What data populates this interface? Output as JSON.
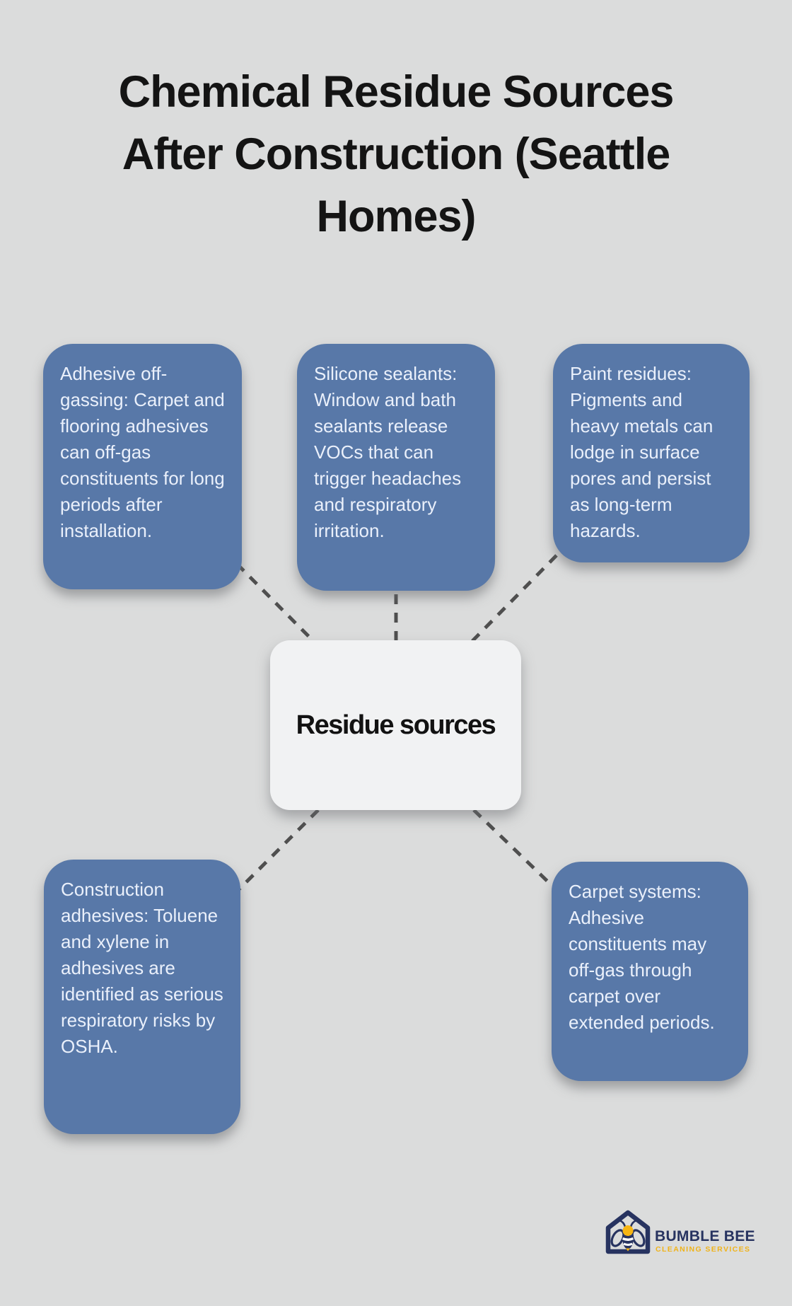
{
  "title": {
    "lines": [
      "Chemical Residue Sources",
      "After Construction (Seattle",
      "Homes)"
    ]
  },
  "center_node": {
    "label": "Residue sources"
  },
  "nodes": [
    {
      "id": "adhesive-off-gassing",
      "text": "Adhesive off-gassing: Carpet and flooring adhesives can off-gas constituents for long periods after installation."
    },
    {
      "id": "silicone-sealants",
      "text": "Silicone sealants: Window and bath sealants release VOCs that can trigger headaches and respiratory irritation."
    },
    {
      "id": "paint-residues",
      "text": "Paint residues: Pigments and heavy metals can lodge in surface pores and persist as long-term hazards."
    },
    {
      "id": "construction-adhesives",
      "text": "Construction adhesives: Toluene and xylene in adhesives are identified as serious respiratory risks by OSHA."
    },
    {
      "id": "carpet-systems",
      "text": "Carpet systems: Adhesive constituents may off-gas through carpet over extended periods."
    }
  ],
  "logo": {
    "brand": "BUMBLE BEE",
    "tagline": "CLEANING SERVICES"
  },
  "colors": {
    "background": "#dbdcdc",
    "node_fill": "#5878a8",
    "node_text": "#eaf0fb",
    "center_fill": "#f1f2f3",
    "center_text": "#121212",
    "title_color": "#141414",
    "connector": "#4f4f4f",
    "brand_navy": "#273360",
    "brand_gold": "#f0b31a",
    "bee_yellow": "#f6b513"
  }
}
